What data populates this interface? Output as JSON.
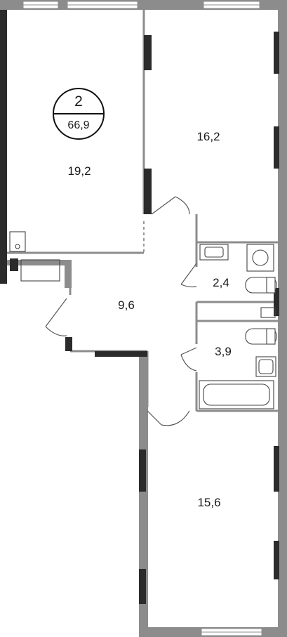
{
  "apartment": {
    "rooms": "2",
    "total_area": "66,9"
  },
  "rooms": [
    {
      "id": "living-room-left",
      "area": "19,2"
    },
    {
      "id": "bedroom-top-right",
      "area": "16,2"
    },
    {
      "id": "bathroom-small",
      "area": "2,4"
    },
    {
      "id": "hallway",
      "area": "9,6"
    },
    {
      "id": "bathroom-large",
      "area": "3,9"
    },
    {
      "id": "bedroom-bottom",
      "area": "15,6"
    }
  ]
}
